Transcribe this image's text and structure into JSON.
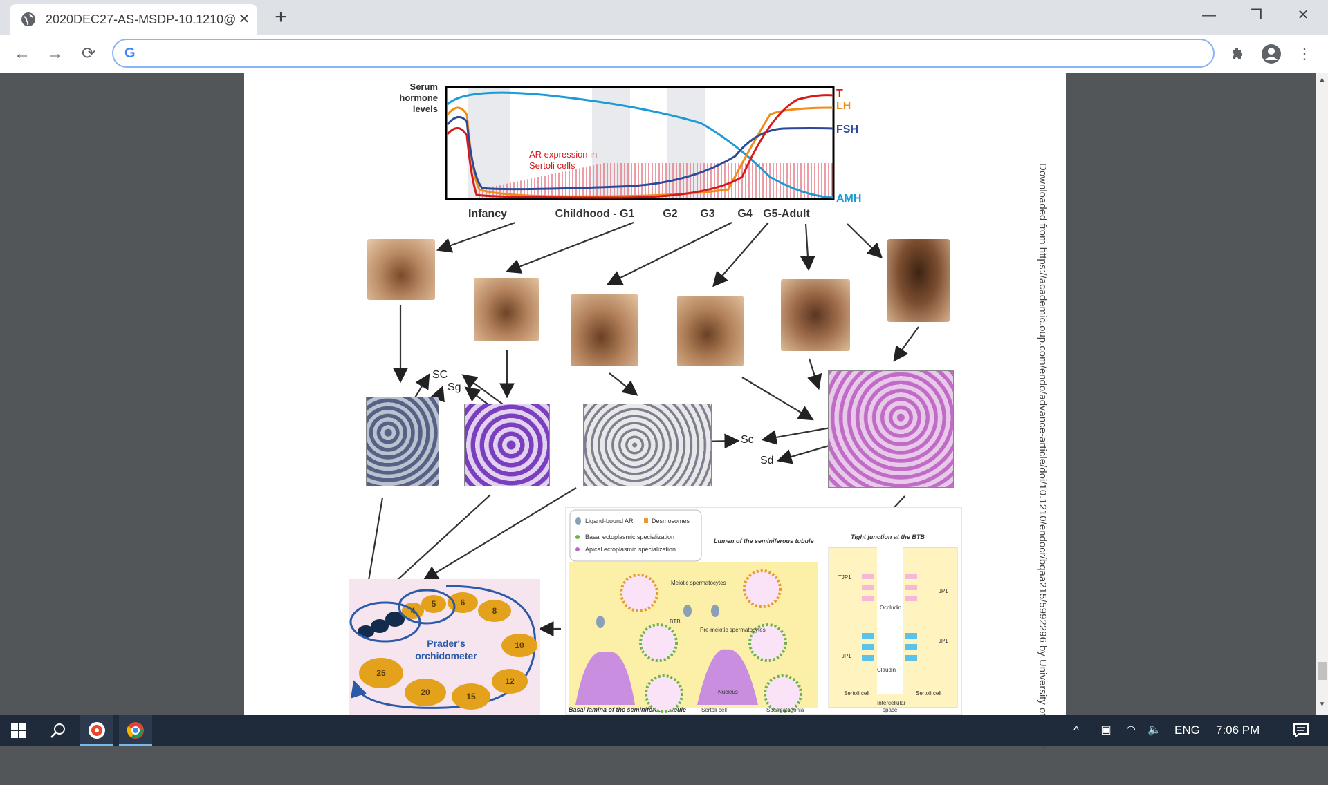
{
  "tab": {
    "title": "2020DEC27-AS-MSDP-10.1210@",
    "favicon": "globe-icon",
    "close_icon": "close-icon",
    "new_tab_icon": "plus-icon"
  },
  "window": {
    "minimize": "—",
    "restore": "❐",
    "close": "✕"
  },
  "toolbar": {
    "back": "←",
    "forward": "→",
    "reload": "⟳",
    "omnibox_logo": "G",
    "omnibox_value": "",
    "extensions_icon": "puzzle-icon",
    "profile_icon": "profile-icon",
    "menu_icon": "⋮"
  },
  "document": {
    "side_text": "Downloaded from https://academic.oup.com/endo/advance-article/doi/10.1210/endocr/bqaa215/5992296 by University of New E",
    "chart_ylabel_line1": "Serum",
    "chart_ylabel_line2": "hormone",
    "chart_ylabel_line3": "levels",
    "legend_T": "T",
    "legend_LH": "LH",
    "legend_FSH": "FSH",
    "legend_AMH": "AMH",
    "ar_label_line1": "AR expression in",
    "ar_label_line2": "Sertoli cells",
    "stage_infancy": "Infancy",
    "stage_childhood": "Childhood - G1",
    "stage_g2": "G2",
    "stage_g3": "G3",
    "stage_g4": "G4",
    "stage_g5": "G5-Adult",
    "label_sc_upper": "SC",
    "label_sg": "Sg",
    "label_sc": "Sc",
    "label_sd": "Sd",
    "orchidometer_line1": "Prader's",
    "orchidometer_line2": "orchidometer",
    "bead_labels": [
      "4",
      "5",
      "6",
      "8",
      "10",
      "12",
      "15",
      "20",
      "25"
    ],
    "diagram_legend": [
      "Ligand-bound AR",
      "Desmosomes",
      "Basal ectoplasmic specialization",
      "Apical ectoplasmic specialization"
    ],
    "diagram_lumen": "Lumen of the seminiferous tubule",
    "diagram_tight": "Tight junction at the BTB",
    "diagram_meiotic": "Meiotic spermatocytes",
    "diagram_premeiotic": "Pre-meiotic spermatocytes",
    "diagram_nucleus": "Nucleus",
    "diagram_basal": "Basal lamina of the seminiferous tubule",
    "diagram_sertoli": "Sertoli cell",
    "diagram_spermatogonia": "Spermatogonia",
    "diagram_occludin": "Occludin",
    "diagram_claudin": "Claudin",
    "diagram_tjp": "TJP1",
    "diagram_btb": "BTB",
    "diagram_sertoli_left": "Sertoli cell",
    "diagram_sertoli_right": "Sertoli cell",
    "diagram_intercellular_1": "Intercellular",
    "diagram_intercellular_2": "space"
  },
  "chart_data": {
    "type": "line",
    "title": "",
    "ylabel": "Serum hormone levels",
    "categories": [
      "Infancy",
      "Childhood - G1",
      "G2",
      "G3",
      "G4",
      "G5-Adult"
    ],
    "series": [
      {
        "name": "T",
        "color": "#d7191c"
      },
      {
        "name": "LH",
        "color": "#f08c1a"
      },
      {
        "name": "FSH",
        "color": "#2b4a9a"
      },
      {
        "name": "AMH",
        "color": "#1a9ad6"
      }
    ],
    "annotation": "AR expression in Sertoli cells"
  },
  "taskbar": {
    "start_icon": "windows-icon",
    "search_icon": "search-icon",
    "app1_icon": "media-app-icon",
    "chrome_icon": "chrome-icon",
    "tray_chevron": "^",
    "language": "ENG",
    "time": "7:06 PM",
    "notification_icon": "notification-icon"
  }
}
